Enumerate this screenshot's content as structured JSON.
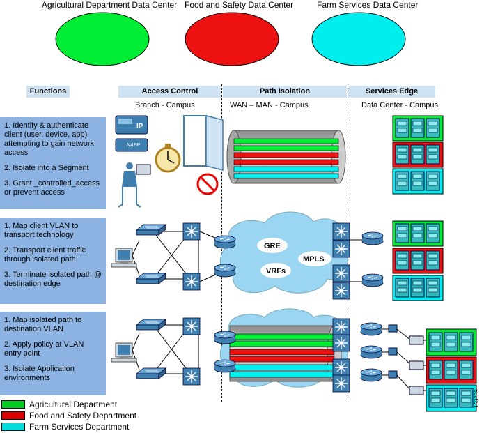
{
  "data_centers": [
    {
      "label": "Agricultural Department Data Center",
      "color": "#00ee33"
    },
    {
      "label": "Food and Safety Data Center",
      "color": "#ee1111"
    },
    {
      "label": "Farm Services Data Center",
      "color": "#00eeee"
    }
  ],
  "headers": {
    "functions": "Functions",
    "access_control": "Access Control",
    "path_isolation": "Path Isolation",
    "services_edge": "Services Edge"
  },
  "subheaders": {
    "access_control": "Branch - Campus",
    "path_isolation": "WAN – MAN - Campus",
    "services_edge": "Data Center -  Campus"
  },
  "functions": [
    {
      "items": [
        "1. Identify & authenticate client (user, device, app) attempting to gain network access",
        "2. Isolate into a Segment",
        "3. Grant _controlled_access or prevent access"
      ]
    },
    {
      "items": [
        "1. Map client VLAN to transport technology",
        "2. Transport client traffic through isolated path",
        "3. Terminate isolated path @ destination edge"
      ]
    },
    {
      "items": [
        "1. Map isolated path to destination VLAN",
        "2. Apply policy at VLAN entry point",
        "3. Isolate Application environments"
      ]
    }
  ],
  "cloud_labels": {
    "gre": "GRE",
    "mpls": "MPLS",
    "vrfs": "VRFs"
  },
  "phone_label": "IP",
  "nac_label": "NAPP",
  "legend": [
    {
      "label": "Agricultural Department",
      "color": "#00cc22"
    },
    {
      "label": "Food and Safety Department",
      "color": "#dd0000"
    },
    {
      "label": "Farm Services Department",
      "color": "#00dddd"
    }
  ],
  "figure_id": "153709"
}
